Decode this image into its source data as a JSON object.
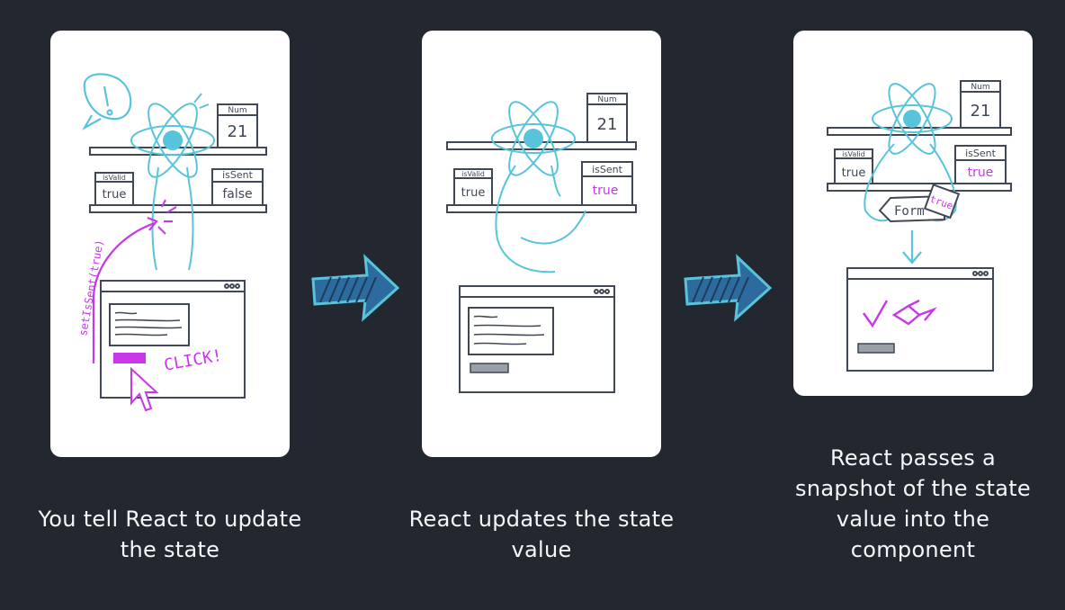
{
  "colors": {
    "background": "#23272f",
    "react_blue": "#58c4dc",
    "ink": "#404756",
    "magenta": "#c837e8"
  },
  "steps": [
    {
      "caption": "You tell React to update the state",
      "labels": {
        "num": "Num",
        "num_value": "21",
        "is_valid": "isValid",
        "is_valid_value": "true",
        "is_sent": "isSent",
        "is_sent_value": "false",
        "setter": "setIsSent(true)",
        "click": "CLICK!"
      }
    },
    {
      "caption": "React updates the state value",
      "labels": {
        "num": "Num",
        "num_value": "21",
        "is_valid": "isValid",
        "is_valid_value": "true",
        "is_sent": "isSent",
        "is_sent_value": "true"
      }
    },
    {
      "caption": "React passes a snapshot of the state value into the component",
      "labels": {
        "num": "Num",
        "num_value": "21",
        "is_valid": "isValid",
        "is_valid_value": "true",
        "is_sent": "isSent",
        "is_sent_value": "true",
        "form": "Form",
        "form_value": "true"
      }
    }
  ]
}
